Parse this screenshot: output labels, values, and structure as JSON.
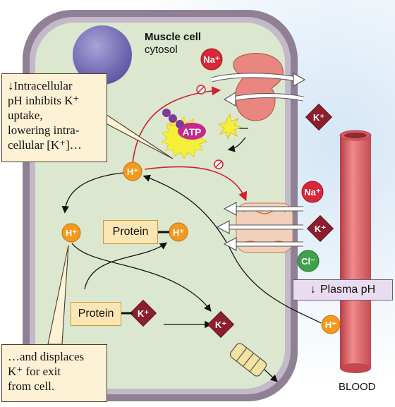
{
  "cell": {
    "title": "Muscle cell",
    "subtitle": "cytosol"
  },
  "callouts": {
    "top_arrow": "↓",
    "top_lines": [
      "Intracellular",
      "pH inhibits K⁺",
      "uptake,",
      "lowering intra-",
      "cellular [K⁺]…"
    ],
    "bottom_lines": [
      "…and displaces",
      "K⁺ for exit",
      "from cell."
    ]
  },
  "ions": {
    "h": "H⁺",
    "na": "Na⁺",
    "k": "K⁺",
    "cl": "Cl⁻",
    "atp": "ATP"
  },
  "protein_label": "Protein",
  "plasma_ph": {
    "arrow": "↓",
    "text": "Plasma pH"
  },
  "blood_label": "BLOOD",
  "colors": {
    "cell_wall": "#8f8096",
    "cytosol": "#dbe7cf",
    "h_ion": "#f39a1e",
    "k_ion": "#8c1f2e",
    "na_ion": "#d8283a",
    "cl_ion": "#3fa14a",
    "pump": "#e98680",
    "vessel": "#e36f73",
    "inhibit_arrow": "#d0202e"
  }
}
